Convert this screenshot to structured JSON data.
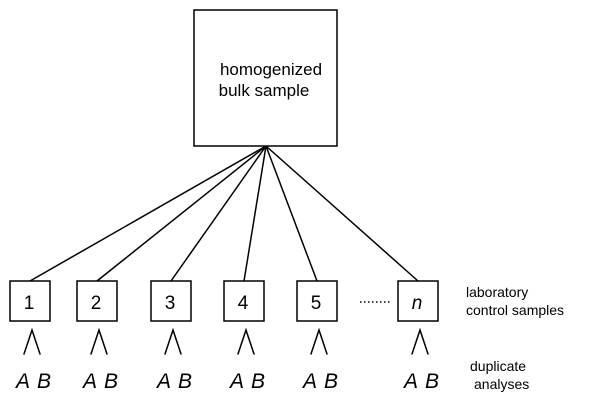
{
  "bulk_sample": {
    "line1": "homogenized",
    "line2": "bulk sample"
  },
  "control_samples": [
    {
      "label": "1",
      "italic": false
    },
    {
      "label": "2",
      "italic": false
    },
    {
      "label": "3",
      "italic": false
    },
    {
      "label": "4",
      "italic": false
    },
    {
      "label": "5",
      "italic": false
    },
    {
      "label": "n",
      "italic": true
    }
  ],
  "duplicate_labels": {
    "a": "A",
    "b": "B"
  },
  "side_labels": {
    "control": {
      "line1": "laboratory",
      "line2": "control samples"
    },
    "duplicates": {
      "line1": "duplicate",
      "line2": "analyses"
    }
  }
}
